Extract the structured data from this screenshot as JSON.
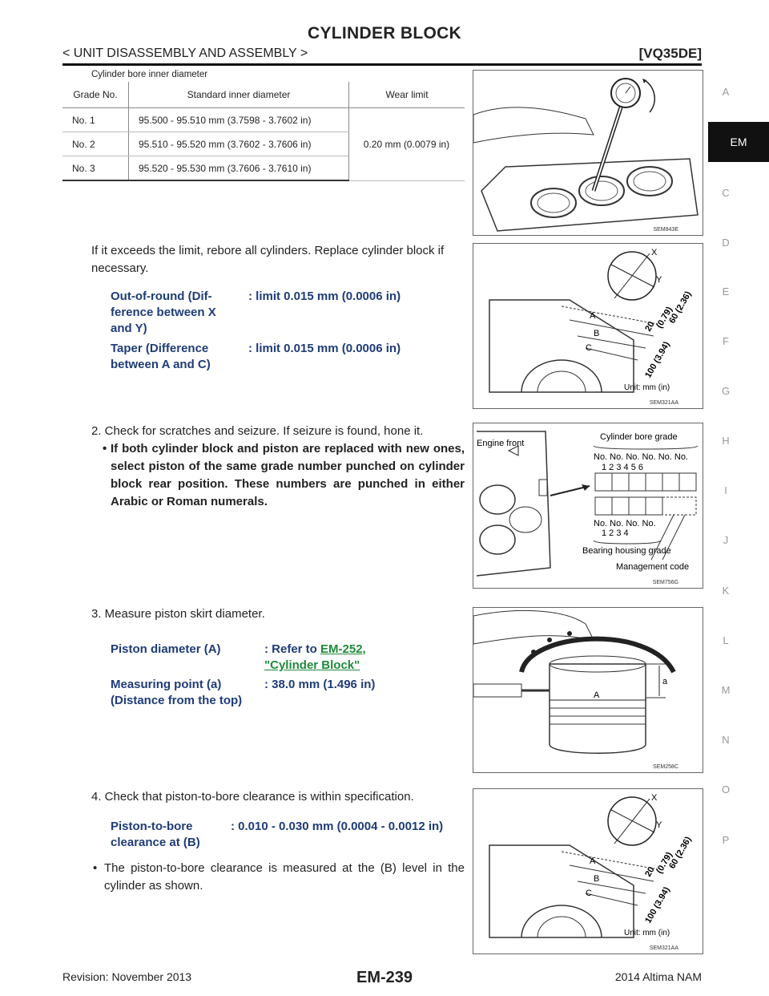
{
  "header": {
    "title": "CYLINDER BLOCK",
    "breadcrumb": "< UNIT DISASSEMBLY AND ASSEMBLY >",
    "model": "[VQ35DE]"
  },
  "bore_table": {
    "caption": "Cylinder bore inner diameter",
    "headers": [
      "Grade No.",
      "Standard inner diameter",
      "Wear limit"
    ],
    "rows": [
      [
        "No. 1",
        "95.500 - 95.510 mm (3.7598 - 3.7602 in)"
      ],
      [
        "No. 2",
        "95.510 - 95.520 mm (3.7602 - 3.7606 in)"
      ],
      [
        "No. 3",
        "95.520 - 95.530 mm (3.7606 - 3.7610 in)"
      ]
    ],
    "wear_limit": "0.20 mm (0.0079 in)"
  },
  "body": {
    "rebore_text": "If it exceeds the limit, rebore all cylinders. Replace cylinder block if necessary.",
    "out_of_round_label": "Out-of-round (Dif-ference between X and Y)",
    "out_of_round_value": ": limit 0.015 mm (0.0006 in)",
    "taper_label": "Taper (Difference between A and C)",
    "taper_value": ": limit 0.015 mm (0.0006 in)",
    "step2": "2. Check for scratches and seizure. If seizure is found, hone it.",
    "step2_bullet": "If both cylinder block and piston are replaced with new ones, select piston of the same grade number punched on cylinder block rear position. These numbers are punched in either Arabic or Roman numerals.",
    "step3": "3. Measure piston skirt diameter.",
    "piston_dia_label": "Piston diameter (A)",
    "piston_dia_prefix": ": Refer to ",
    "piston_dia_link1": "EM-252,",
    "piston_dia_link2": "\"Cylinder Block\"",
    "measure_point_label": "Measuring point (a) (Distance from the top)",
    "measure_point_value": ": 38.0 mm (1.496 in)",
    "step4": "4. Check that piston-to-bore clearance is within specification.",
    "clearance_label": "Piston-to-bore clearance at (B)",
    "clearance_value": ": 0.010 - 0.030 mm (0.0004 - 0.0012 in)",
    "step4_bullet": "The piston-to-bore clearance is measured at the (B) level in the cylinder as shown."
  },
  "figures": {
    "fig1_code": "SEM843E",
    "fig2_code": "SEM321AA",
    "fig3_code": "SEM756G",
    "fig4_code": "SEM258C",
    "fig5_code": "SEM321AA",
    "dim_labels": {
      "x": "X",
      "y": "Y",
      "a": "A",
      "b": "B",
      "c": "C",
      "d20": "20",
      "d079": "(0.79)",
      "d60": "60 (2.36)",
      "d100": "100 (3.94)",
      "unit": "Unit: mm (in)"
    },
    "grade_fig": {
      "engine_front": "Engine front",
      "bore_grade": "Cylinder bore grade",
      "bore_nos": "No. No. No. No. No. No.",
      "bore_digits": "1  2  3  4  5  6",
      "housing_nos": "No. No. No. No.",
      "housing_digits": "1  2  3  4",
      "housing_label": "Bearing housing grade",
      "mgmt": "Management code"
    },
    "piston_fig": {
      "A": "A",
      "a": "a"
    }
  },
  "sidebar": {
    "letters": [
      "A",
      "C",
      "D",
      "E",
      "F",
      "G",
      "H",
      "I",
      "J",
      "K",
      "L",
      "M",
      "N",
      "O",
      "P"
    ],
    "active": "EM"
  },
  "footer": {
    "revision": "Revision: November 2013",
    "page": "EM-239",
    "model_year": "2014 Altima NAM"
  }
}
